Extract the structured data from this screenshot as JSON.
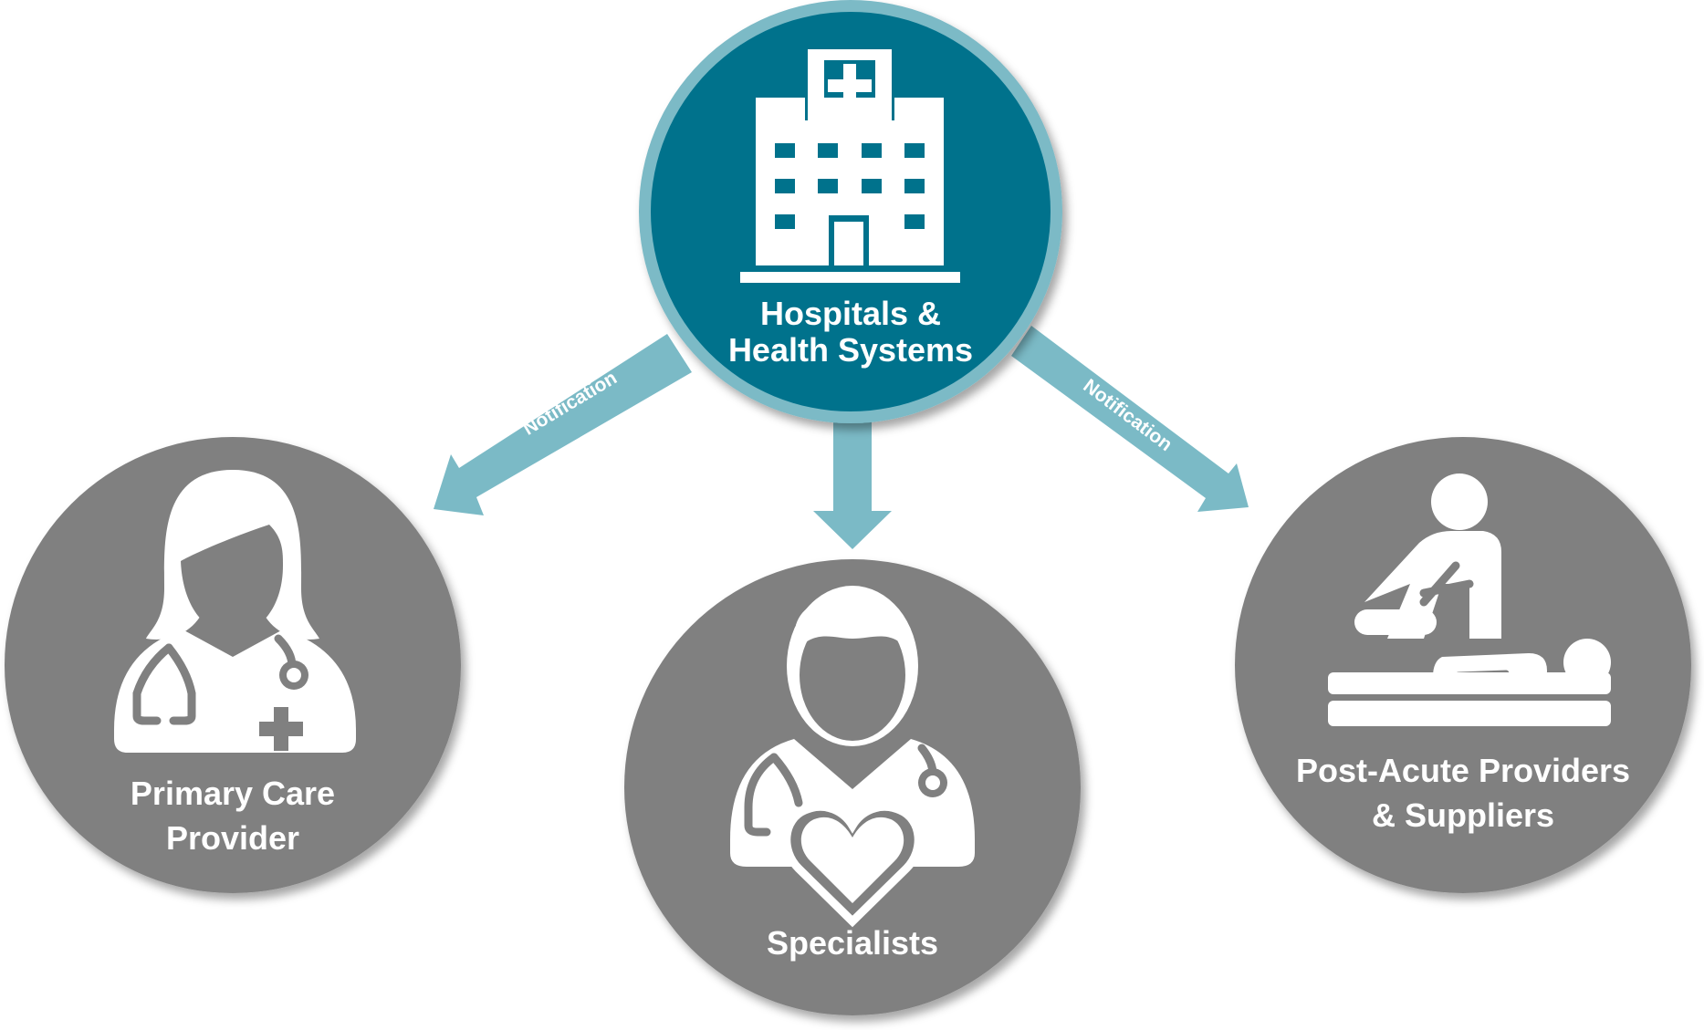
{
  "colors": {
    "hub_fill": "#00728C",
    "hub_ring": "#7BBAC6",
    "node_fill": "#808080",
    "arrow": "#7BBAC6",
    "icon": "#ffffff"
  },
  "hub": {
    "icon": "hospital-building-icon",
    "label_line1": "Hospitals &",
    "label_line2": "Health Systems"
  },
  "nodes": {
    "primary_care": {
      "icon": "female-doctor-icon",
      "label_line1": "Primary Care",
      "label_line2": "Provider"
    },
    "specialists": {
      "icon": "doctor-heart-icon",
      "label_line1": "Specialists"
    },
    "post_acute": {
      "icon": "physical-therapy-icon",
      "label_line1": "Post-Acute Providers",
      "label_line2": "& Suppliers"
    }
  },
  "arrows": {
    "left_label": "Notification",
    "right_label": "Notification"
  }
}
